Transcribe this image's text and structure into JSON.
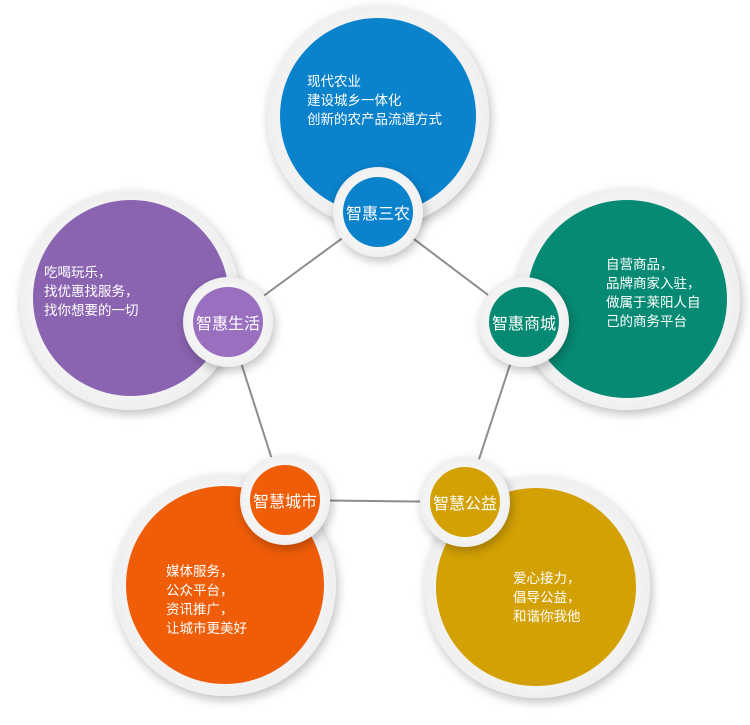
{
  "nodes": [
    {
      "title": "智惠三农",
      "lines": [
        "现代农业",
        "建设城乡一体化",
        "创新的农产品流通方式"
      ],
      "color": "#0a82cc"
    },
    {
      "title": "智惠生活",
      "lines": [
        "吃喝玩乐，",
        "找优惠找服务，",
        "找你想要的一切"
      ],
      "color": "#8a64b0"
    },
    {
      "title": "智惠商城",
      "lines": [
        "自营商品，",
        "品牌商家入驻，",
        "做属于莱阳人自",
        "己的商务平台"
      ],
      "color": "#078a73"
    },
    {
      "title": "智慧城市",
      "lines": [
        "媒体服务，",
        "公众平台，",
        "资讯推广，",
        "让城市更美好"
      ],
      "color": "#ef5d08"
    },
    {
      "title": "智慧公益",
      "lines": [
        "爱心接力，",
        "倡导公益，",
        "和谐你我他"
      ],
      "color": "#d4a104"
    }
  ]
}
